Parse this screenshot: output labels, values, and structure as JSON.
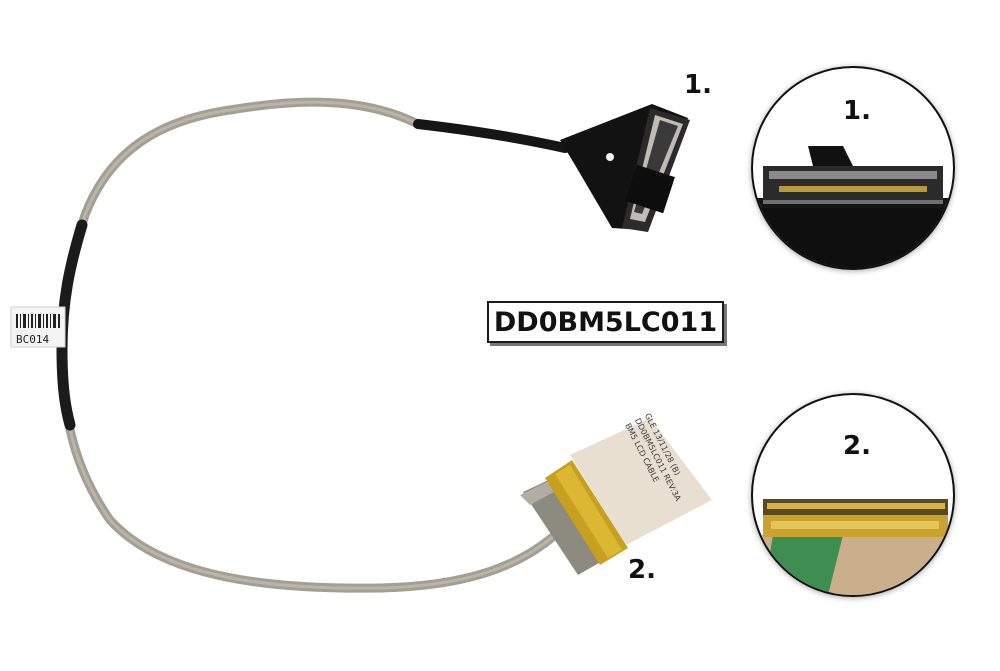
{
  "part_number": "DD0BM5LC011",
  "callouts": {
    "connector_1": "1.",
    "connector_2": "2."
  },
  "zoom_labels": {
    "zoom_1": "1.",
    "zoom_2": "2."
  },
  "barcode_label_text": "BC014",
  "cable_sticker_lines": [
    "BM5 LCD CABLE",
    "DD0BM5LC011 REV:3A",
    "GLE 13/11/28 (B)"
  ]
}
